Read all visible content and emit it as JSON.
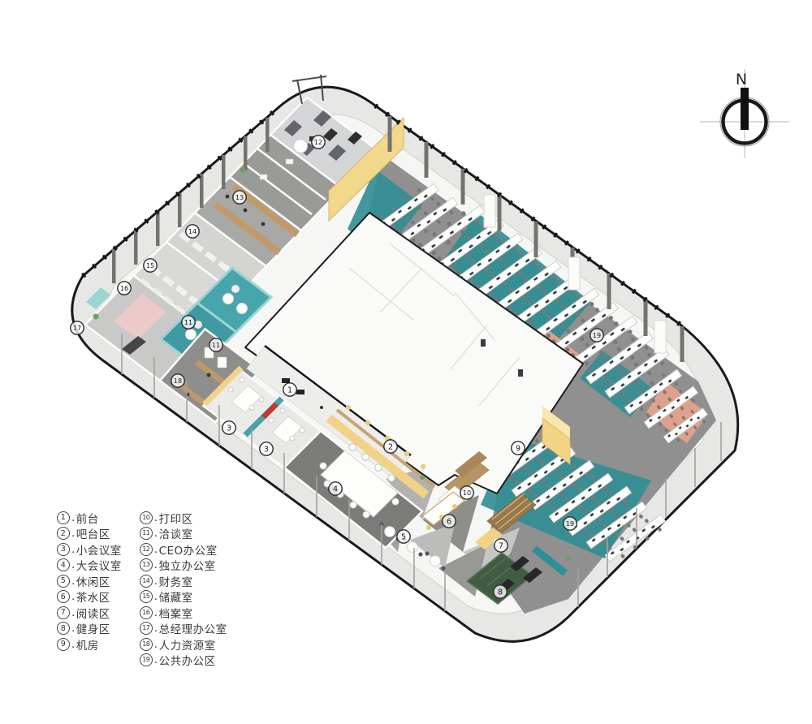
{
  "title": "office-floor-plan-axonometric",
  "compass": {
    "label": "N"
  },
  "legend": {
    "sep": ".",
    "items": [
      {
        "n": "1",
        "label": "前台"
      },
      {
        "n": "2",
        "label": "吧台区"
      },
      {
        "n": "3",
        "label": "小会议室"
      },
      {
        "n": "4",
        "label": "大会议室"
      },
      {
        "n": "5",
        "label": "休闲区"
      },
      {
        "n": "6",
        "label": "茶水区"
      },
      {
        "n": "7",
        "label": "阅读区"
      },
      {
        "n": "8",
        "label": "健身区"
      },
      {
        "n": "9",
        "label": "机房"
      },
      {
        "n": "10",
        "label": "打印区"
      },
      {
        "n": "11",
        "label": "洽谈室"
      },
      {
        "n": "12",
        "label": "CEO办公室"
      },
      {
        "n": "13",
        "label": "独立办公室"
      },
      {
        "n": "14",
        "label": "财务室"
      },
      {
        "n": "15",
        "label": "储藏室"
      },
      {
        "n": "16",
        "label": "档案室"
      },
      {
        "n": "17",
        "label": "总经理办公室"
      },
      {
        "n": "18",
        "label": "人力资源室"
      },
      {
        "n": "19",
        "label": "公共办公区"
      }
    ]
  },
  "plan": {
    "labels": [
      "1",
      "2",
      "3",
      "3",
      "4",
      "5",
      "6",
      "7",
      "8",
      "9",
      "10",
      "11",
      "11",
      "12",
      "13",
      "14",
      "15",
      "16",
      "17",
      "18",
      "19",
      "19"
    ]
  },
  "palette": {
    "outline": "#1a1a1a",
    "facade_gray": "#e7e7e5",
    "floor": "#f6f6f4",
    "carpet_gray": "#8f908f",
    "teal_carpet": "#2f8e93",
    "teal_glass": "#9bd4d1",
    "salmon": "#dfa18e",
    "yellow": "#f2d88b",
    "wood": "#c09a6b",
    "pink": "#ecc9cb",
    "gym_green": "#415c42"
  }
}
